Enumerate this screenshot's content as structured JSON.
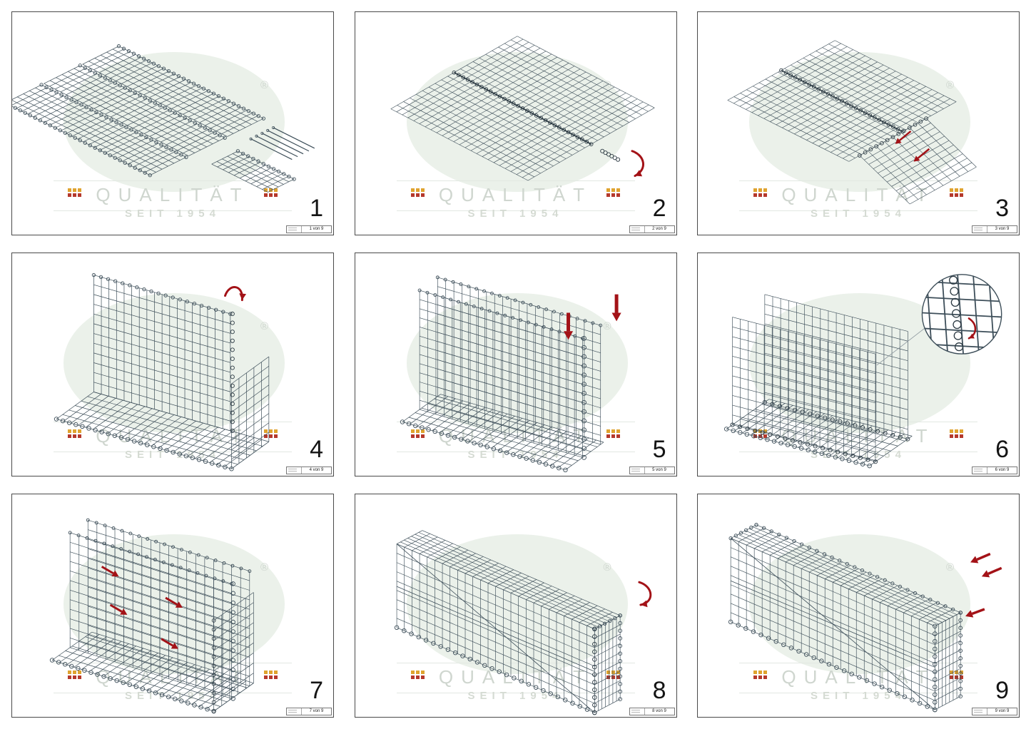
{
  "watermark": {
    "line1": "QUALITÄT",
    "line2": "SEIT 1954",
    "registered": "®"
  },
  "colors": {
    "mesh": "#3d4e59",
    "mesh_dark": "#2b3942",
    "accent_red": "#a31217",
    "watermark_text": "#cfd6cf",
    "watermark_subtext": "#d5dbd3",
    "watermark_ellipse": "#ebf1ea",
    "panel_border": "#4a4a4a",
    "flag_yellow": "#dfa32e",
    "flag_red": "#b5392c",
    "titleblock_border": "#777777"
  },
  "panels": [
    {
      "number": "1",
      "titleblock": "1 von 9"
    },
    {
      "number": "2",
      "titleblock": "2 von 9"
    },
    {
      "number": "3",
      "titleblock": "3 von 9"
    },
    {
      "number": "4",
      "titleblock": "4 von 9"
    },
    {
      "number": "5",
      "titleblock": "5 von 9"
    },
    {
      "number": "6",
      "titleblock": "6 von 9"
    },
    {
      "number": "7",
      "titleblock": "7 von 9"
    },
    {
      "number": "8",
      "titleblock": "8 von 9"
    },
    {
      "number": "9",
      "titleblock": "9 von 9"
    }
  ]
}
